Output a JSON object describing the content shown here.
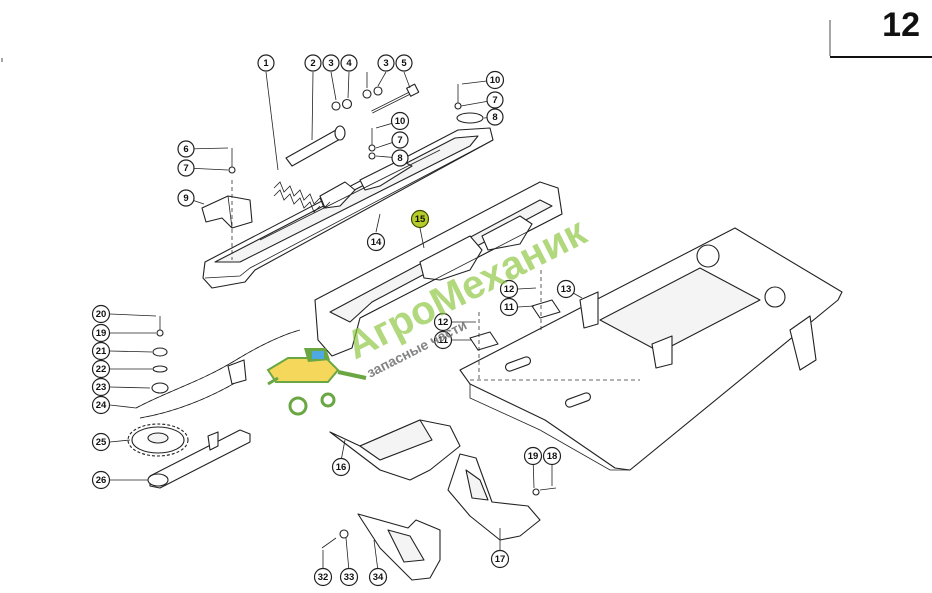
{
  "page_number": "12",
  "watermark": {
    "brand": "АгроМеханик",
    "tagline": "запасные части",
    "colors": {
      "brand_green": "#8cc63f",
      "tractor_yellow": "#f4d44a",
      "tractor_green": "#5a9e2f"
    }
  },
  "highlight_color": "#b5cc2a",
  "callouts": [
    {
      "id": "c1",
      "label": "1"
    },
    {
      "id": "c2",
      "label": "2"
    },
    {
      "id": "c3a",
      "label": "3"
    },
    {
      "id": "c4",
      "label": "4"
    },
    {
      "id": "c3b",
      "label": "3"
    },
    {
      "id": "c5",
      "label": "5"
    },
    {
      "id": "c10a",
      "label": "10"
    },
    {
      "id": "c7a",
      "label": "7"
    },
    {
      "id": "c8a",
      "label": "8"
    },
    {
      "id": "c10b",
      "label": "10"
    },
    {
      "id": "c7b",
      "label": "7"
    },
    {
      "id": "c8b",
      "label": "8"
    },
    {
      "id": "c6",
      "label": "6"
    },
    {
      "id": "c7c",
      "label": "7"
    },
    {
      "id": "c9",
      "label": "9"
    },
    {
      "id": "c14",
      "label": "14"
    },
    {
      "id": "c15",
      "label": "15"
    },
    {
      "id": "c12a",
      "label": "12"
    },
    {
      "id": "c11a",
      "label": "11"
    },
    {
      "id": "c13",
      "label": "13"
    },
    {
      "id": "c12b",
      "label": "12"
    },
    {
      "id": "c11b",
      "label": "11"
    },
    {
      "id": "c20",
      "label": "20"
    },
    {
      "id": "c19a",
      "label": "19"
    },
    {
      "id": "c21",
      "label": "21"
    },
    {
      "id": "c22",
      "label": "22"
    },
    {
      "id": "c23",
      "label": "23"
    },
    {
      "id": "c24",
      "label": "24"
    },
    {
      "id": "c25",
      "label": "25"
    },
    {
      "id": "c26",
      "label": "26"
    },
    {
      "id": "c16",
      "label": "16"
    },
    {
      "id": "c19b",
      "label": "19"
    },
    {
      "id": "c18",
      "label": "18"
    },
    {
      "id": "c17",
      "label": "17"
    },
    {
      "id": "c32",
      "label": "32"
    },
    {
      "id": "c33",
      "label": "33"
    },
    {
      "id": "c34",
      "label": "34"
    }
  ]
}
